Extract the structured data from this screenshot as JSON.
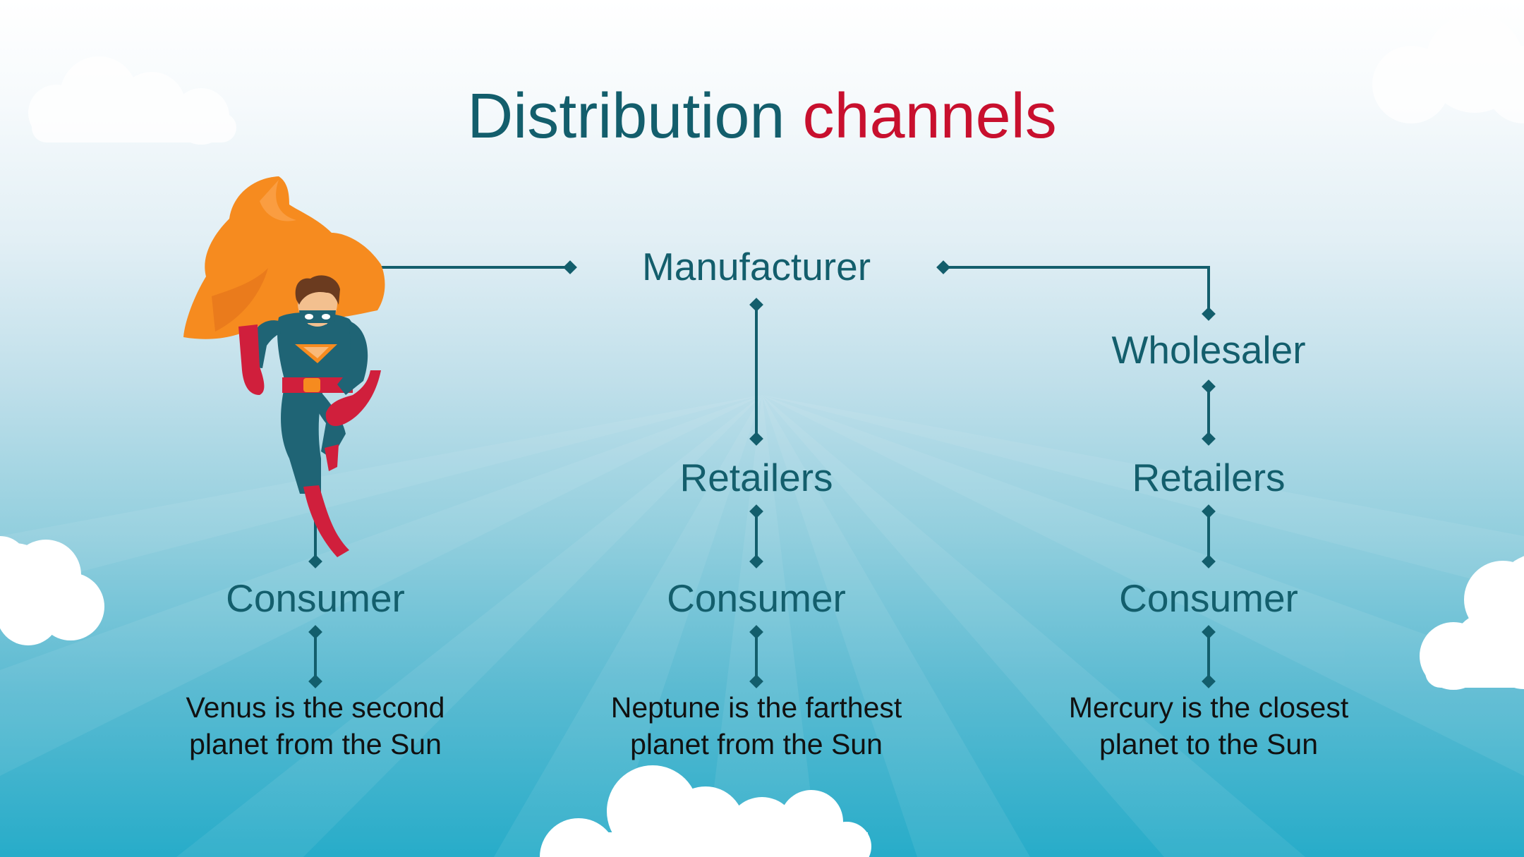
{
  "title": {
    "main": "Distribution",
    "accent": "channels"
  },
  "colors": {
    "primary": "#135e6c",
    "accent": "#c8102e",
    "text": "#111111",
    "cape": "#f68b1f",
    "suit": "#1f6475",
    "glove": "#d01f3c"
  },
  "nodes": {
    "manufacturer": "Manufacturer",
    "wholesaler": "Wholesaler",
    "retailers_center": "Retailers",
    "retailers_right": "Retailers",
    "consumer_left": "Consumer",
    "consumer_center": "Consumer",
    "consumer_right": "Consumer"
  },
  "descriptions": {
    "left": {
      "line1": "Venus is the second",
      "line2": "planet from the Sun"
    },
    "center": {
      "line1": "Neptune is the farthest",
      "line2": "planet from the Sun"
    },
    "right": {
      "line1": "Mercury is the closest",
      "line2": "planet to the Sun"
    }
  },
  "illustration": {
    "icon": "superhero-icon"
  }
}
